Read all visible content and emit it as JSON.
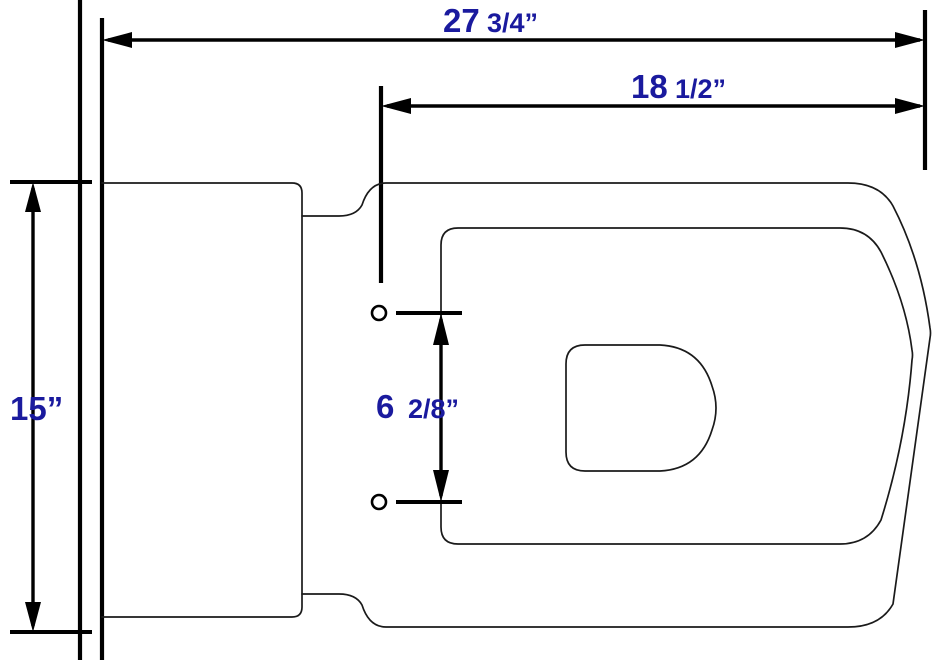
{
  "drawing": {
    "title": "Toilet top-view dimension drawing",
    "units": "inches",
    "line_color": "#000000",
    "dimension_text_color": "#1a1a9e",
    "background_color": "#ffffff"
  },
  "dimensions": {
    "overall_depth": {
      "whole": "27",
      "fraction": "3/4”",
      "label": "27  3/4”",
      "orientation": "horizontal",
      "position": "top"
    },
    "bowl_depth": {
      "whole": "18",
      "fraction": "1/2”",
      "label": "18  1/2”",
      "orientation": "horizontal",
      "position": "upper"
    },
    "overall_width": {
      "whole": "15",
      "fraction": "”",
      "label": "15”",
      "orientation": "vertical",
      "position": "left"
    },
    "bolt_spread": {
      "whole": "6",
      "fraction": "2/8”",
      "label": "6  2/8”",
      "orientation": "vertical",
      "position": "center"
    }
  },
  "features": {
    "wall_line_label": "wall reference line",
    "tank_label": "tank body",
    "bowl_label": "bowl body",
    "seat_label": "seat ring",
    "opening_label": "bowl opening",
    "bolt_hole_top_label": "mounting bolt hole top",
    "bolt_hole_bottom_label": "mounting bolt hole bottom"
  }
}
